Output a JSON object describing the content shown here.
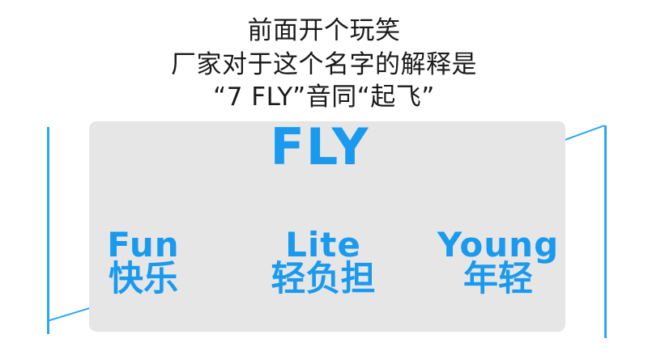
{
  "caption": {
    "line1": "前面开个玩笑",
    "line2": "厂家对于这个名字的解释是",
    "line3": "“7 FLY”音同“起飞”"
  },
  "main_word": "FLY",
  "words": [
    {
      "en": "Fun",
      "zh": "快乐"
    },
    {
      "en": "Lite",
      "zh": "轻负担"
    },
    {
      "en": "Young",
      "zh": "年轻"
    }
  ],
  "colors": {
    "accent": "#1a9aee",
    "panel": "#e6e6e6",
    "frame_line": "#2aa7f0",
    "text": "#1a1a1a"
  }
}
